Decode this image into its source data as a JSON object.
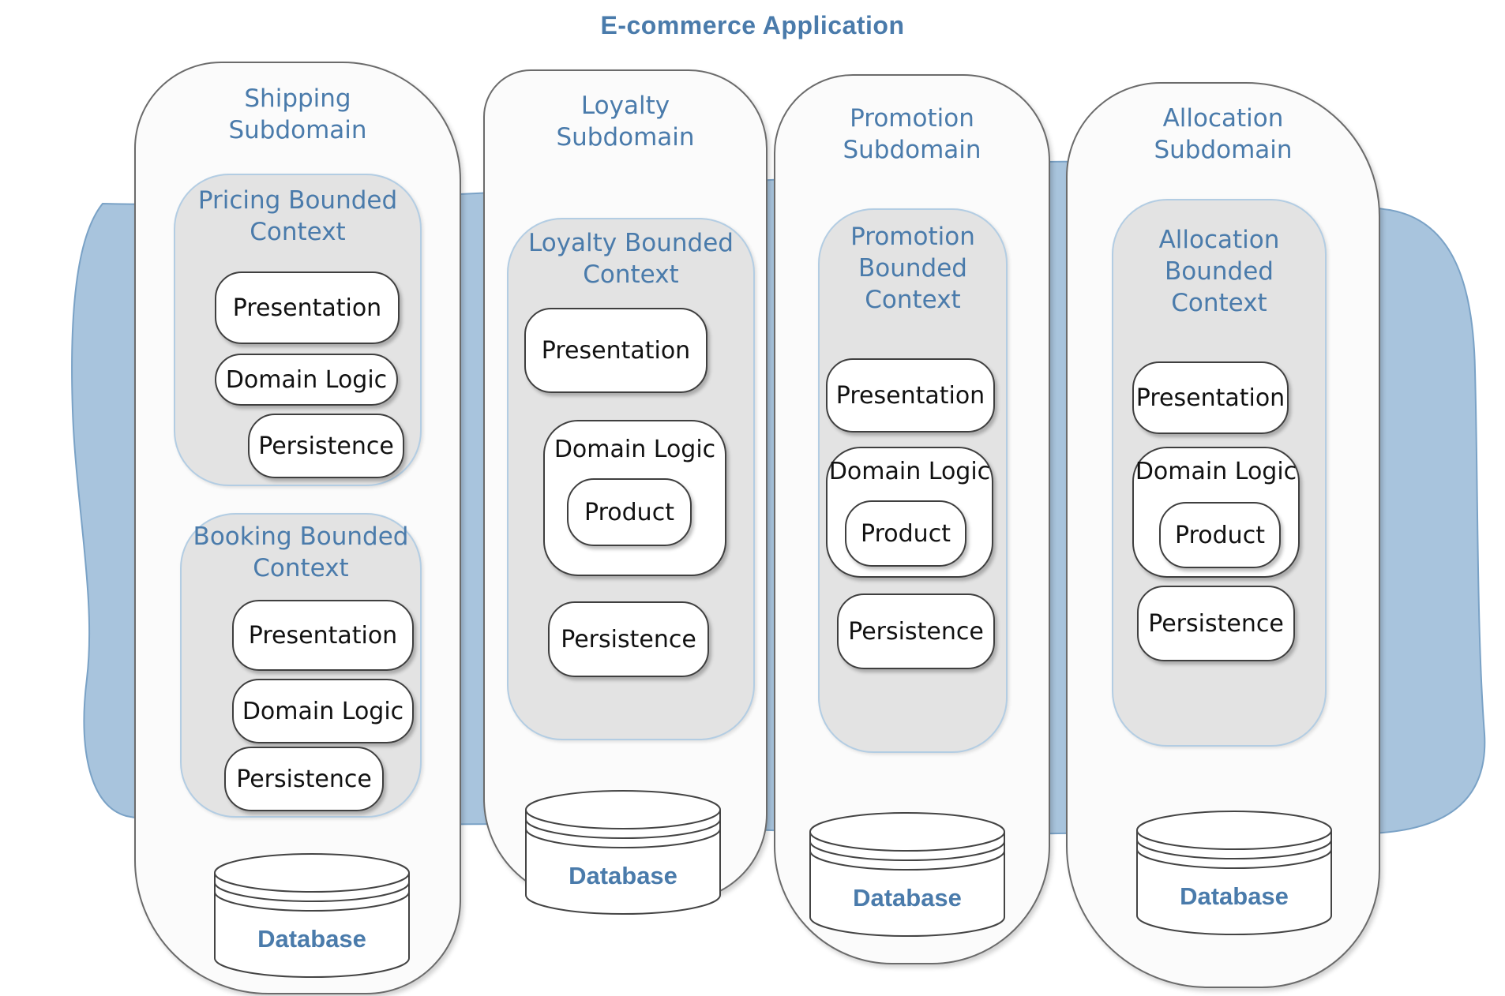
{
  "title": "E-commerce Application",
  "colors": {
    "accent_text": "#4a7bab",
    "backdrop": "#a8c4dd",
    "context_fill": "#e3e3e3",
    "column_fill": "#fbfbfb"
  },
  "subdomains": [
    {
      "title_line1": "Shipping",
      "title_line2": "Subdomain",
      "contexts": [
        {
          "title_line1": "Pricing Bounded",
          "title_line2": "Context",
          "layers": [
            "Presentation",
            "Domain Logic",
            "Persistence"
          ]
        },
        {
          "title_line1": "Booking Bounded",
          "title_line2": "Context",
          "layers": [
            "Presentation",
            "Domain Logic",
            "Persistence"
          ]
        }
      ],
      "database": "Database"
    },
    {
      "title_line1": "Loyalty",
      "title_line2": "Subdomain",
      "contexts": [
        {
          "title_line1": "Loyalty Bounded",
          "title_line2": "Context",
          "presentation": "Presentation",
          "domain_logic": "Domain Logic",
          "product": "Product",
          "persistence": "Persistence"
        }
      ],
      "database": "Database"
    },
    {
      "title_line1": "Promotion",
      "title_line2": "Subdomain",
      "contexts": [
        {
          "title_line1": "Promotion",
          "title_line2": "Bounded",
          "title_line3": "Context",
          "presentation": "Presentation",
          "domain_logic": "Domain Logic",
          "product": "Product",
          "persistence": "Persistence"
        }
      ],
      "database": "Database"
    },
    {
      "title_line1": "Allocation",
      "title_line2": "Subdomain",
      "contexts": [
        {
          "title_line1": "Allocation",
          "title_line2": "Bounded",
          "title_line3": "Context",
          "presentation": "Presentation",
          "domain_logic": "Domain Logic",
          "product": "Product",
          "persistence": "Persistence"
        }
      ],
      "database": "Database"
    }
  ]
}
